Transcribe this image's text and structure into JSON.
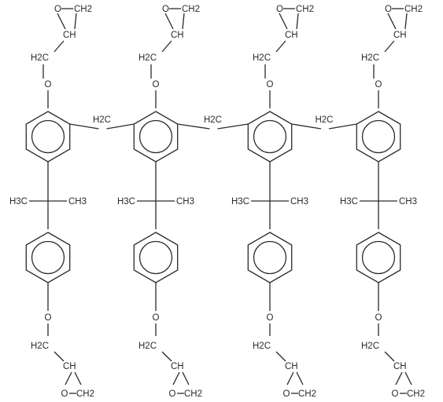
{
  "units": [
    {
      "top": {
        "epoxide_ch2": "CH2",
        "epoxide_o": "O",
        "ch": "CH",
        "linker_ch2": "H2C",
        "ether_o": "O"
      },
      "dimethyl": {
        "left": "H3C",
        "right": "CH3"
      },
      "bottom": {
        "ether_o": "O",
        "linker_ch2": "H2C",
        "ch": "CH",
        "epoxide_o": "O",
        "epoxide_ch2": "CH2"
      }
    },
    {
      "top": {
        "epoxide_ch2": "CH2",
        "epoxide_o": "O",
        "ch": "CH",
        "linker_ch2": "H2C",
        "ether_o": "O"
      },
      "dimethyl": {
        "left": "H3C",
        "right": "CH3"
      },
      "bottom": {
        "ether_o": "O",
        "linker_ch2": "H2C",
        "ch": "CH",
        "epoxide_o": "O",
        "epoxide_ch2": "CH2"
      }
    },
    {
      "top": {
        "epoxide_ch2": "CH2",
        "epoxide_o": "O",
        "ch": "CH",
        "linker_ch2": "H2C",
        "ether_o": "O"
      },
      "dimethyl": {
        "left": "H3C",
        "right": "CH3"
      },
      "bottom": {
        "ether_o": "O",
        "linker_ch2": "H2C",
        "ch": "CH",
        "epoxide_o": "O",
        "epoxide_ch2": "CH2"
      }
    },
    {
      "top": {
        "epoxide_ch2": "CH2",
        "epoxide_o": "O",
        "ch": "CH",
        "linker_ch2": "H2C",
        "ether_o": "O"
      },
      "dimethyl": {
        "left": "H3C",
        "right": "CH3"
      },
      "bottom": {
        "ether_o": "O",
        "linker_ch2": "H2C",
        "ch": "CH",
        "epoxide_o": "O",
        "epoxide_ch2": "CH2"
      }
    }
  ],
  "bridges": [
    {
      "label": "H2C"
    },
    {
      "label": "H2C"
    },
    {
      "label": "H2C"
    }
  ]
}
